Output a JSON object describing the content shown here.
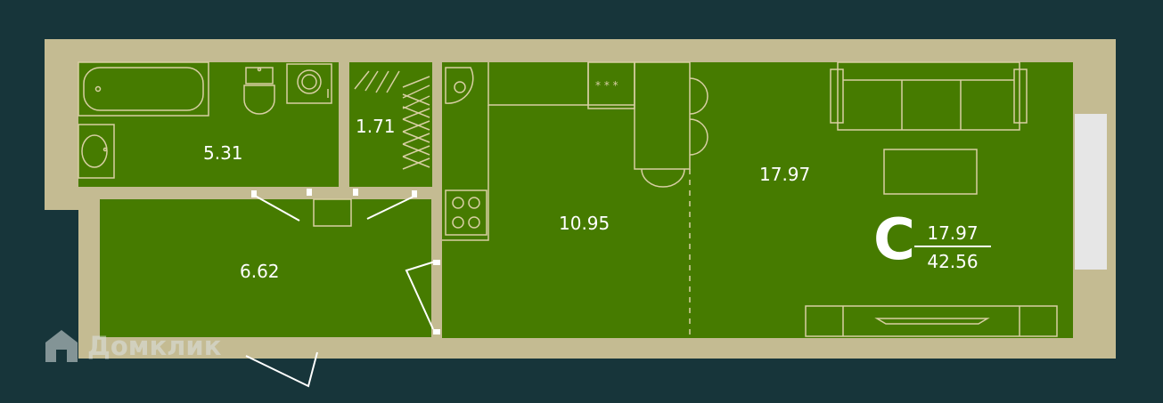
{
  "colors": {
    "background": "#17353a",
    "walls": "#c4bb92",
    "floor": "#467b00",
    "fixtures": "#d8cfa3",
    "window": "#e6e6e6"
  },
  "rooms": [
    {
      "id": "bathroom",
      "area": "5.31"
    },
    {
      "id": "wardrobe",
      "area": "1.71"
    },
    {
      "id": "hall",
      "area": "6.62"
    },
    {
      "id": "kitchen",
      "area": "10.95"
    },
    {
      "id": "living-room",
      "area": "17.97"
    }
  ],
  "apartment_type": {
    "letter": "C",
    "living_area": "17.97",
    "total_area": "42.56"
  },
  "watermark": {
    "icon": "house-logo-icon",
    "text": "Домклик"
  }
}
